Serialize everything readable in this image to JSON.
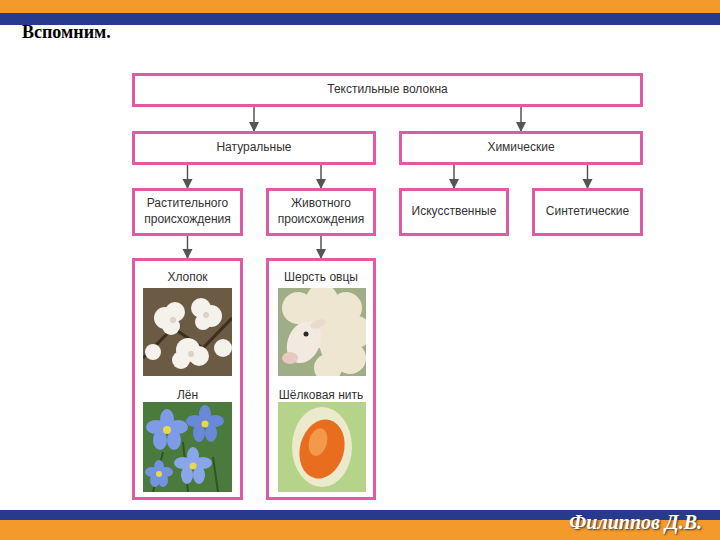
{
  "diagram": {
    "title": "Вспомним.",
    "nodes": [
      {
        "text": [
          "Текстильные волокна"
        ]
      },
      {
        "text": [
          "Натуральные"
        ]
      },
      {
        "text": [
          "Химические"
        ]
      },
      {
        "text": [
          "Растительного происхождения"
        ]
      },
      {
        "text": [
          "Животного происхождения"
        ]
      },
      {
        "text": [
          "Искусственные"
        ]
      },
      {
        "text": [
          "Синтетические"
        ]
      },
      {
        "text": [
          "Хлопок",
          "Лён"
        ]
      },
      {
        "text": [
          "Шерсть овцы",
          "Шёлковая нить"
        ]
      }
    ],
    "edges": [
      {
        "from": 0,
        "to": 1,
        "arrow": "to"
      },
      {
        "from": 0,
        "to": 2,
        "arrow": "to"
      },
      {
        "from": 1,
        "to": 3,
        "arrow": "to"
      },
      {
        "from": 1,
        "to": 4,
        "arrow": "to"
      },
      {
        "from": 2,
        "to": 5,
        "arrow": "to"
      },
      {
        "from": 2,
        "to": 6,
        "arrow": "to"
      },
      {
        "from": 3,
        "to": 7,
        "arrow": "to"
      },
      {
        "from": 4,
        "to": 8,
        "arrow": "to"
      }
    ],
    "labels": [
      "Филиппов Д.В."
    ]
  }
}
